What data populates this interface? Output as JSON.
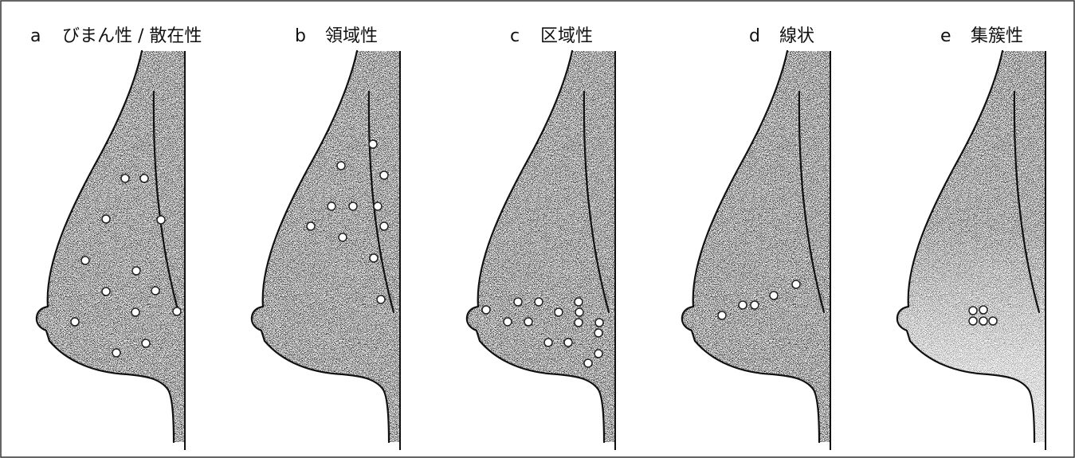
{
  "panels": [
    {
      "letter": "a",
      "label": "びまん性 / 散在性",
      "pattern": "diffuse"
    },
    {
      "letter": "b",
      "label": "領域性",
      "pattern": "regional"
    },
    {
      "letter": "c",
      "label": "区域性",
      "pattern": "segmental"
    },
    {
      "letter": "d",
      "label": "線状",
      "pattern": "linear"
    },
    {
      "letter": "e",
      "label": "集簇性",
      "pattern": "grouped"
    }
  ]
}
